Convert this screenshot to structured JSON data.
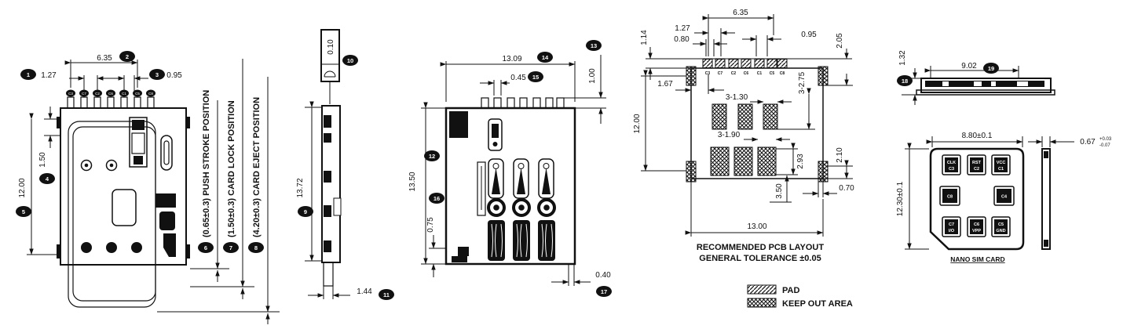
{
  "top_view": {
    "dim_pitch_total": "6.35",
    "dim_pitch": "1.27",
    "dim_pitch_end": "0.95",
    "dim_offset": "1.50",
    "dim_height": "12.00",
    "positions": [
      "(0.65±0.3) PUSH STROKE POSITION",
      "(1.50±0.3) CARD LOCK POSITION",
      "(4.20±0.3) CARD EJECT POSITION"
    ],
    "pins": [
      "C3",
      "C7",
      "C2",
      "C6",
      "C1",
      "C5",
      "C8"
    ]
  },
  "side_view": {
    "flatness": "0.10",
    "dim_height": "13.72",
    "dim_width": "1.44"
  },
  "bottom_view": {
    "dim_width": "13.09",
    "dim_pin_width": "0.45",
    "dim_pin_length": "1.00",
    "dim_height": "13.50",
    "dim_foot": "0.75",
    "dim_tail": "0.40"
  },
  "pcb_layout": {
    "dim_pitch_total": "6.35",
    "dim_pitch": "1.27",
    "dim_pad_width": "0.80",
    "dim_pitch_end": "0.95",
    "dim_114": "1.14",
    "dim_205": "2.05",
    "dim_167": "1.67",
    "dim_height": "12.00",
    "dim_275": "3-2.75",
    "dim_130": "3-1.30",
    "dim_190": "3-1.90",
    "dim_293": "2.93",
    "dim_210": "2.10",
    "dim_350": "3.50",
    "dim_070": "0.70",
    "dim_width": "13.00",
    "caption1": "RECOMMENDED PCB LAYOUT",
    "caption2": "GENERAL TOLERANCE ±0.05",
    "pads": [
      "C3",
      "C7",
      "C2",
      "C6",
      "C1",
      "C5",
      "C8"
    ]
  },
  "legend": {
    "pad": "PAD",
    "keep_out": "KEEP OUT AREA"
  },
  "front_view": {
    "dim_width": "9.02",
    "dim_height": "1.32"
  },
  "card": {
    "dim_width": "8.80±0.1",
    "dim_height": "12.30±0.1",
    "dim_thickness": "0.67",
    "tol_plus": "+0.03",
    "tol_minus": "-0.07",
    "caption": "NANO SIM CARD",
    "pads": {
      "c3": [
        "CLK",
        "C3"
      ],
      "c2": [
        "RST",
        "C2"
      ],
      "c1": [
        "VCC",
        "C1"
      ],
      "c8": "C8",
      "c4": "C4",
      "c7": [
        "C7",
        "I/O"
      ],
      "c6": [
        "C6",
        "VPP"
      ],
      "c5": [
        "C5",
        "GND"
      ]
    }
  },
  "balloons": {
    "n1": "1",
    "n2": "2",
    "n3": "3",
    "n4": "4",
    "n5": "5",
    "n6": "6",
    "n7": "7",
    "n8": "8",
    "n9": "9",
    "n10": "10",
    "n11": "11",
    "n12": "12",
    "n13": "13",
    "n14": "14",
    "n15": "15",
    "n16": "16",
    "n17": "17",
    "n18": "18",
    "n19": "19"
  }
}
